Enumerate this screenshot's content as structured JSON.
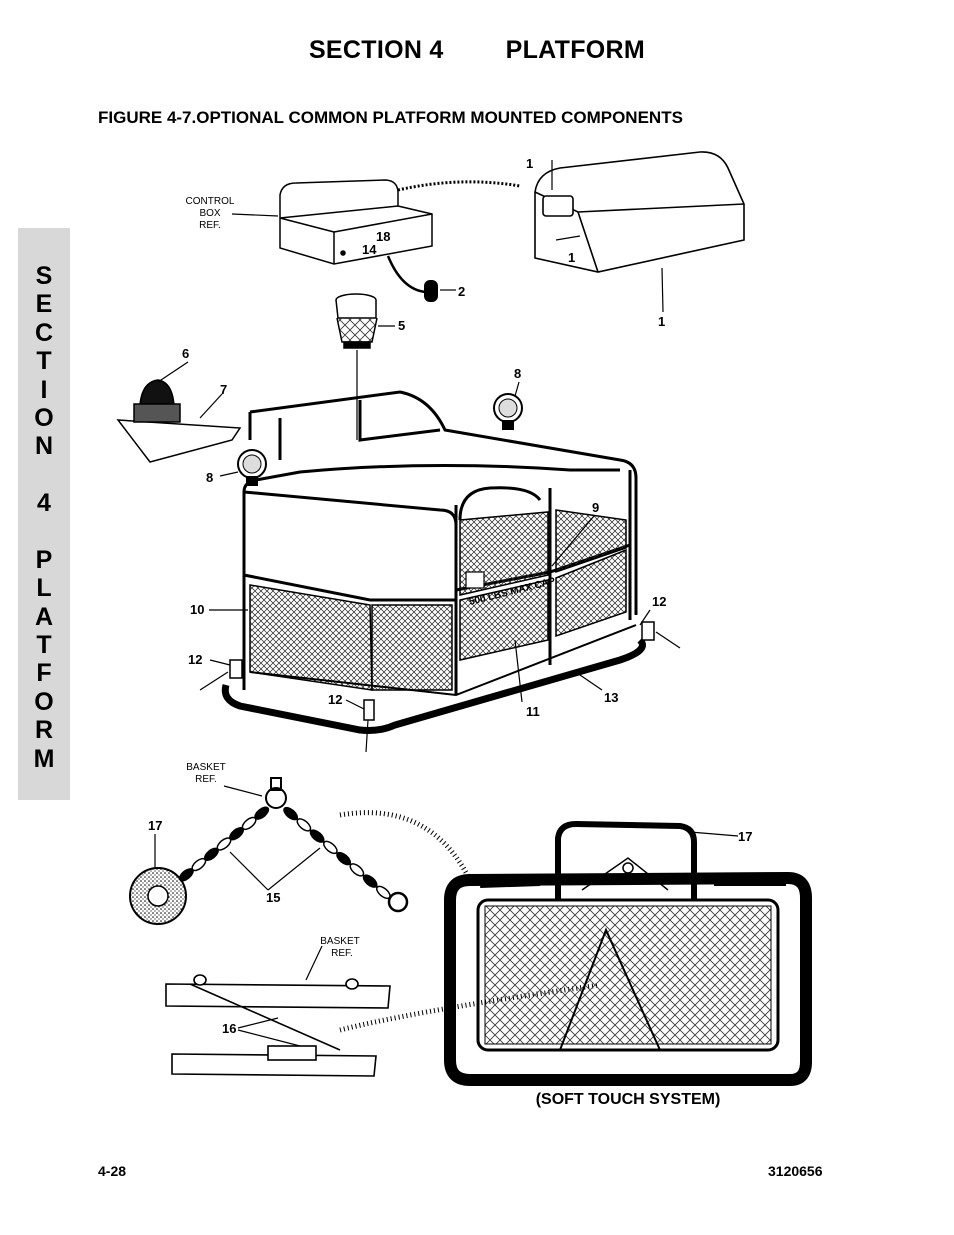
{
  "header": {
    "section": "SECTION 4",
    "title": "PLATFORM"
  },
  "figure_title": "FIGURE 4-7.OPTIONAL COMMON PLATFORM MOUNTED COMPONENTS",
  "side_tab": {
    "letters": [
      "S",
      "E",
      "C",
      "T",
      "I",
      "O",
      "N",
      "",
      "4",
      "",
      "P",
      "L",
      "A",
      "T",
      "F",
      "O",
      "R",
      "M"
    ]
  },
  "callouts": {
    "c1a": "1",
    "c1b": "1",
    "c1c": "1",
    "c2": "2",
    "c5": "5",
    "c6": "6",
    "c7": "7",
    "c8a": "8",
    "c8b": "8",
    "c9": "9",
    "c10": "10",
    "c11": "11",
    "c12a": "12",
    "c12b": "12",
    "c12c": "12",
    "c13": "13",
    "c14": "14",
    "c15": "15",
    "c16": "16",
    "c17a": "17",
    "c17b": "17",
    "c18": "18"
  },
  "ref_labels": {
    "control_box": [
      "CONTROL",
      "BOX",
      "REF."
    ],
    "basket_1": [
      "BASKET",
      "REF."
    ],
    "basket_2": [
      "BASKET",
      "REF."
    ]
  },
  "placard_text": "500 LBS MAX CAP",
  "caption": "(SOFT TOUCH SYSTEM)",
  "footer": {
    "page": "4-28",
    "doc_number": "3120656"
  }
}
